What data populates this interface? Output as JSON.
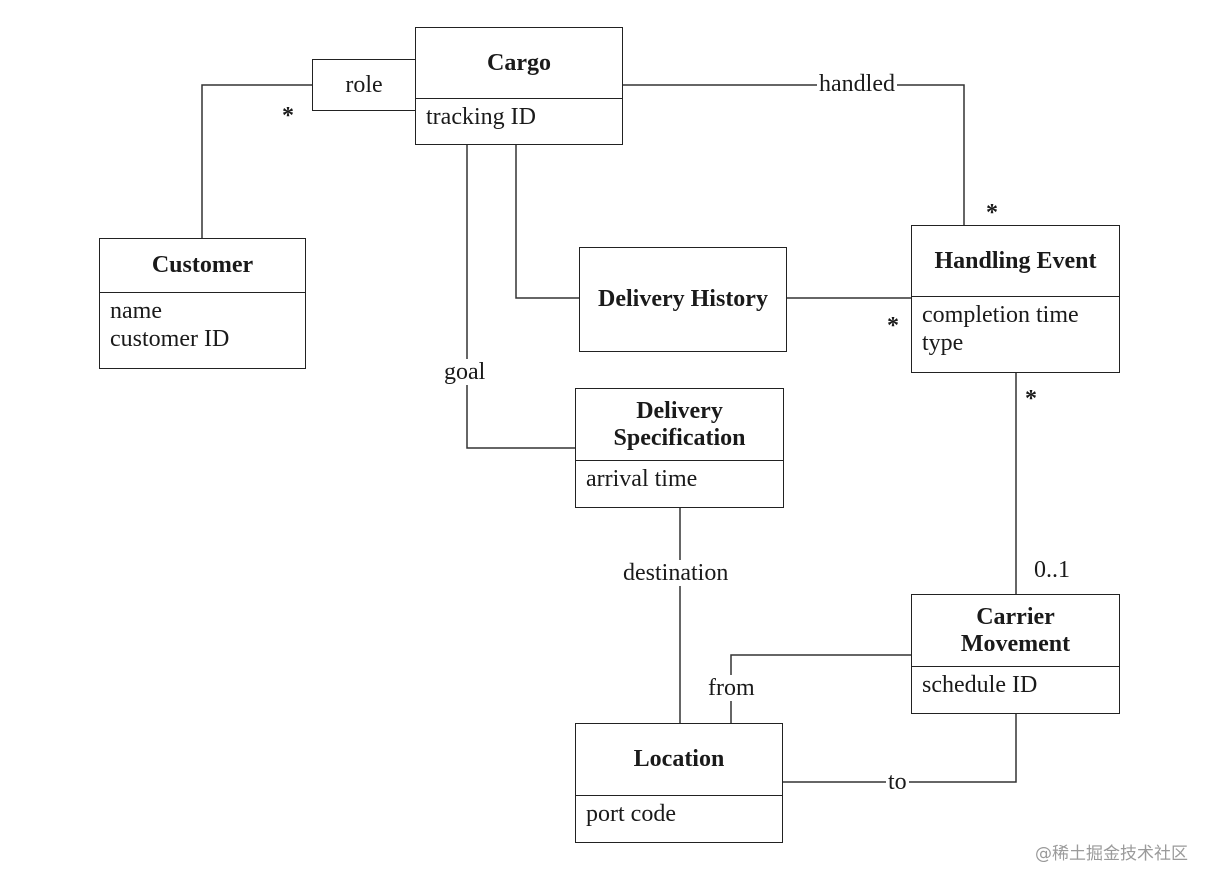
{
  "classes": {
    "cargo": {
      "name": "Cargo",
      "attrs": [
        "tracking ID"
      ]
    },
    "customer": {
      "name": "Customer",
      "attrs": [
        "name",
        "customer ID"
      ]
    },
    "delivery_history": {
      "name": "Delivery History",
      "attrs": []
    },
    "handling_event": {
      "name": "Handling Event",
      "attrs": [
        "completion time",
        "type"
      ]
    },
    "delivery_spec": {
      "name_line1": "Delivery",
      "name_line2": "Specification",
      "attrs": [
        "arrival time"
      ]
    },
    "carrier_movement": {
      "name_line1": "Carrier",
      "name_line2": "Movement",
      "attrs": [
        "schedule ID"
      ]
    },
    "location": {
      "name": "Location",
      "attrs": [
        "port code"
      ]
    }
  },
  "qualifier": "role",
  "associations": {
    "handled": "handled",
    "goal": "goal",
    "destination": "destination",
    "from": "from",
    "to": "to"
  },
  "multiplicities": {
    "customer_role": "*",
    "cargo_handling": "*",
    "history_handling": "*",
    "handling_carrier": "*",
    "carrier_handling": "0..1"
  },
  "watermark": "@稀土掘金技术社区"
}
